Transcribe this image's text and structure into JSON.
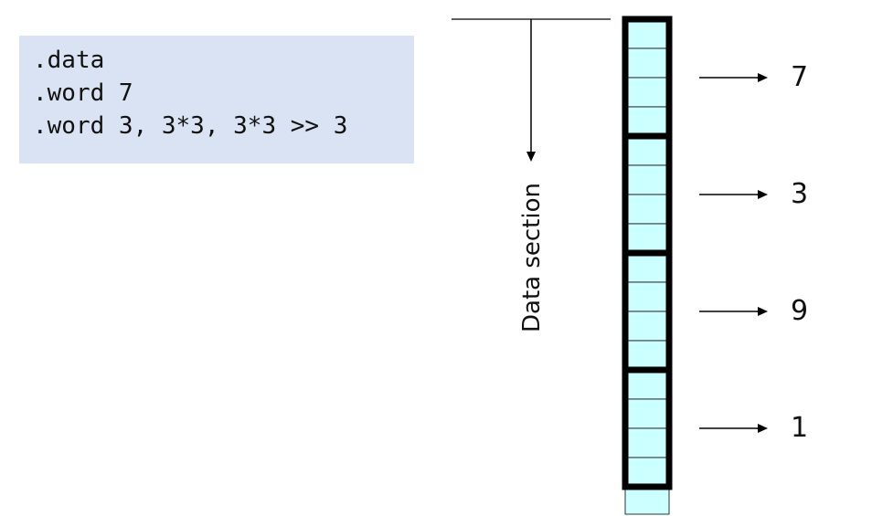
{
  "code": {
    "lines": [
      ".data",
      ".word 7",
      ".word 3, 3*3, 3*3 >> 3"
    ]
  },
  "section_label": "Data section",
  "memory": {
    "words": [
      {
        "value": "7"
      },
      {
        "value": "3"
      },
      {
        "value": "9"
      },
      {
        "value": "1"
      }
    ],
    "bytes_per_word": 4,
    "cell_color": "#ccffff",
    "outline_color": "#000000"
  }
}
